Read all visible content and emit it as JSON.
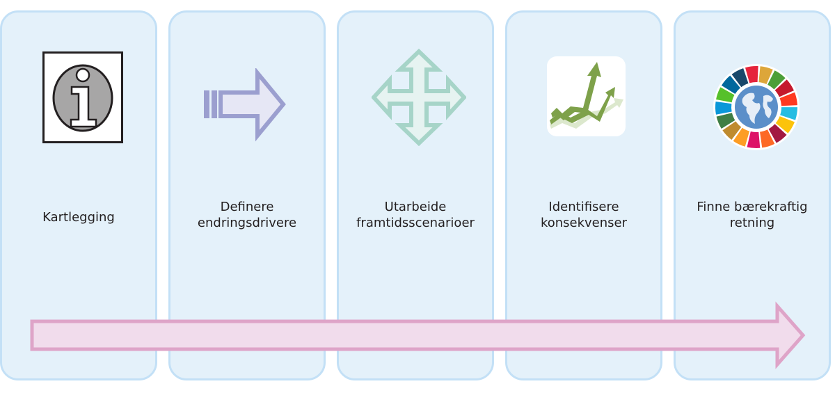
{
  "diagram": {
    "steps": [
      {
        "label_line1": "Kartlegging",
        "label_line2": "",
        "icon": "info-icon"
      },
      {
        "label_line1": "Definere",
        "label_line2": "endringsdrivere",
        "icon": "right-arrow-icon"
      },
      {
        "label_line1": "Utarbeide",
        "label_line2": "framtidsscenarioer",
        "icon": "four-way-arrow-icon"
      },
      {
        "label_line1": "Identifisere",
        "label_line2": "konsekvenser",
        "icon": "growth-arrows-icon"
      },
      {
        "label_line1": "Finne bærekraftig",
        "label_line2": "retning",
        "icon": "sdg-wheel-icon"
      }
    ],
    "colors": {
      "card_fill": "#e4f1fa",
      "card_border": "#c3e0f6",
      "flow_arrow_fill": "#f1dcec",
      "flow_arrow_stroke": "#dea4c8",
      "step2_arrow": "#9b9fcf",
      "step3_arrow": "#a6d4c8",
      "step4_arrow": "#7ea14a"
    }
  }
}
